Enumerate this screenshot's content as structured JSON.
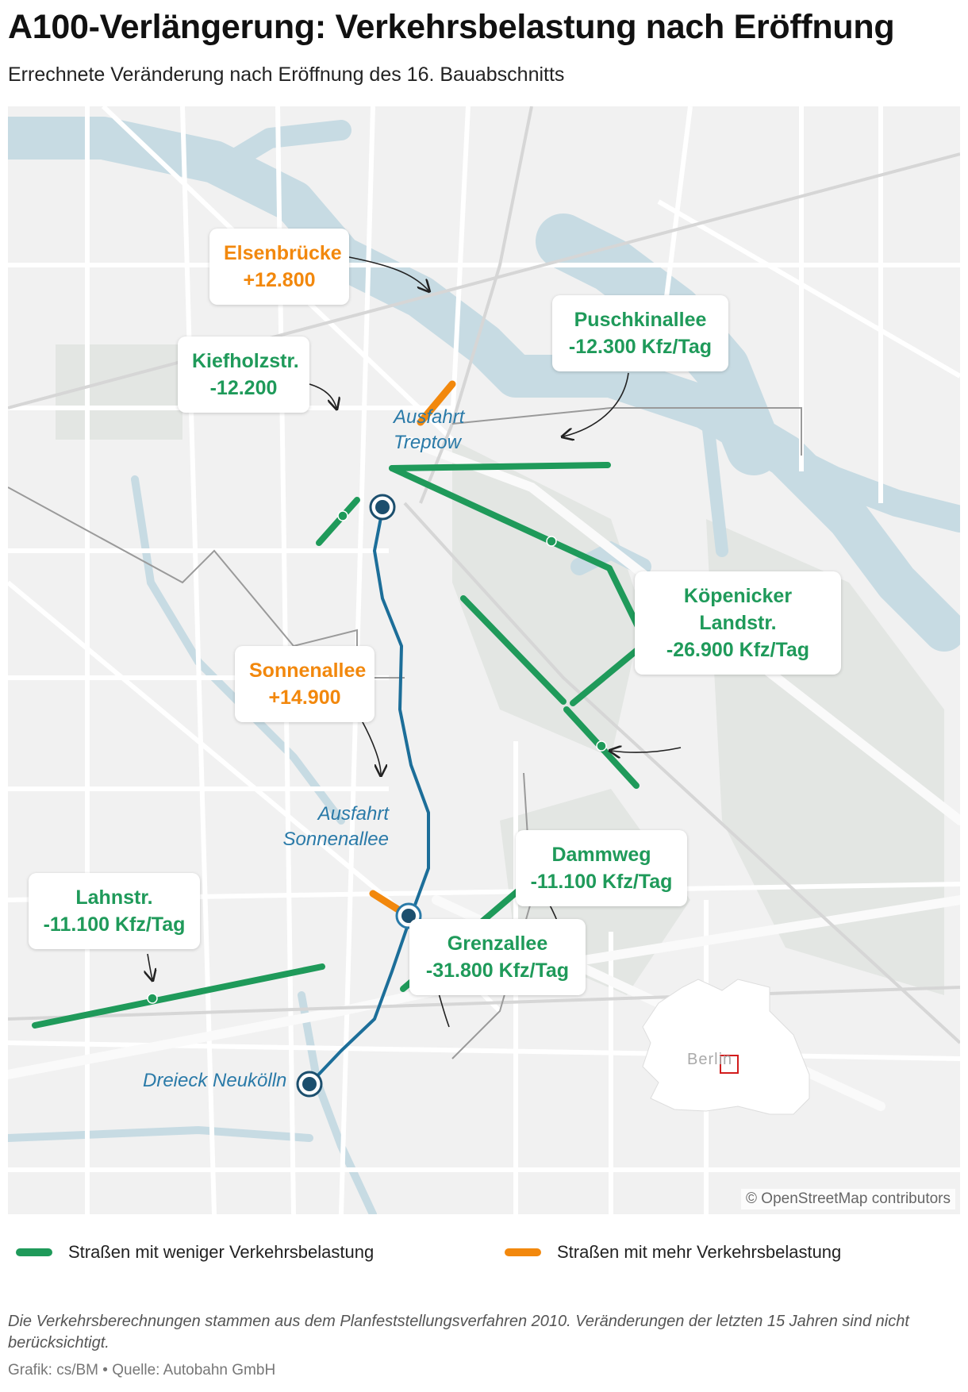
{
  "title": "A100-Verlängerung: Verkehrsbelastung nach Eröffnung",
  "subtitle": "Errechnete Veränderung nach Eröffnung des 16. Bauabschnitts",
  "colors": {
    "decrease": "#1f9a5a",
    "increase": "#f2880d",
    "motorway": "#1c6e99",
    "water": "#c7dbe3"
  },
  "callouts": {
    "elsenbruecke": {
      "name": "Elsenbrücke",
      "value": "+12.800"
    },
    "kiefholz": {
      "name": "Kiefholzstr.",
      "value": "-12.200"
    },
    "puschkin": {
      "name": "Puschkinallee",
      "value": "-12.300 Kfz/Tag"
    },
    "koepenicker": {
      "name": "Köpenicker Landstr.",
      "value": "-26.900 Kfz/Tag"
    },
    "sonnenallee": {
      "name": "Sonnenallee",
      "value": "+14.900"
    },
    "lahn": {
      "name": "Lahnstr.",
      "value": "-11.100 Kfz/Tag"
    },
    "dammweg": {
      "name": "Dammweg",
      "value": "-11.100 Kfz/Tag"
    },
    "grenzallee": {
      "name": "Grenzallee",
      "value": "-31.800 Kfz/Tag"
    }
  },
  "exits": {
    "treptow": {
      "line1": "Ausfahrt",
      "line2": "Treptow"
    },
    "sonnenallee": {
      "line1": "Ausfahrt",
      "line2": "Sonnenallee"
    },
    "neukoelln": "Dreieck Neukölln"
  },
  "inset_label": "Berlin",
  "attribution": "© OpenStreetMap contributors",
  "legend": {
    "decrease": "Straßen mit weniger Verkehrsbelastung",
    "increase": "Straßen mit mehr Verkehrsbelastung"
  },
  "note": "Die Verkehrsberechnungen stammen aus dem Planfeststellungsverfahren 2010. Veränderungen der letzten 15 Jahren sind nicht berücksichtigt.",
  "source": "Grafik: cs/BM • Quelle: Autobahn GmbH"
}
